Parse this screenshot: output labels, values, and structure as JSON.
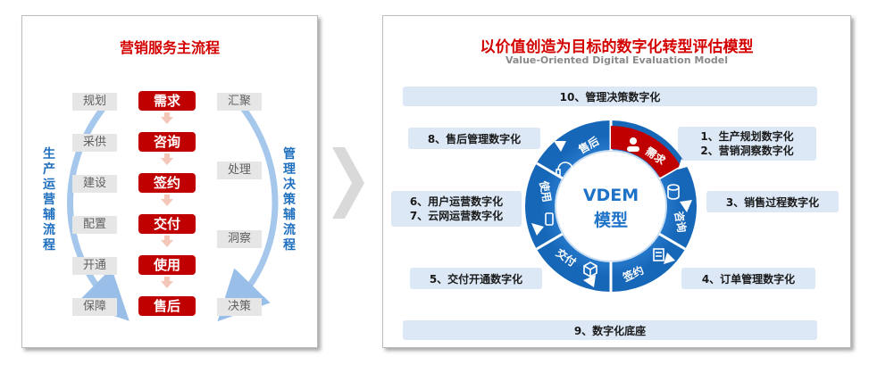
{
  "left": {
    "title": "营销服务主流程",
    "main_steps": [
      "需求",
      "咨询",
      "签约",
      "交付",
      "使用",
      "售后"
    ],
    "left_boxes": [
      "规划",
      "采供",
      "建设",
      "配置",
      "开通",
      "保障"
    ],
    "right_boxes": [
      "汇聚",
      "处理",
      "洞察",
      "决策"
    ],
    "left_vertical": [
      "生",
      "产",
      "运",
      "营",
      "辅",
      "流",
      "程"
    ],
    "right_vertical": [
      "管",
      "理",
      "决",
      "策",
      "辅",
      "流",
      "程"
    ]
  },
  "right": {
    "title": "以价值创造为目标的数字化转型评估模型",
    "subtitle": "Value-Oriented Digital Evaluation Model",
    "top_bar": "10、管理决策数字化",
    "bottom_bar": "9、数字化底座",
    "items": {
      "i8": "8、售后管理数字化",
      "i1": "1、生产规划数字化",
      "i2": "2、营销洞察数字化",
      "i6": "6、用户运营数字化",
      "i7": "7、云网运营数字化",
      "i3": "3、销售过程数字化",
      "i5": "5、交付开通数字化",
      "i4": "4、订单管理数字化"
    },
    "center_line1": "VDEM",
    "center_line2": "模型",
    "ring_labels": [
      "需求",
      "咨询",
      "签约",
      "交付",
      "使用",
      "售后"
    ]
  },
  "colors": {
    "red": "#c00000",
    "blue_ring": "#1e73c8",
    "pill": "#dce8f6",
    "grey_box": "#e6e6e6"
  }
}
